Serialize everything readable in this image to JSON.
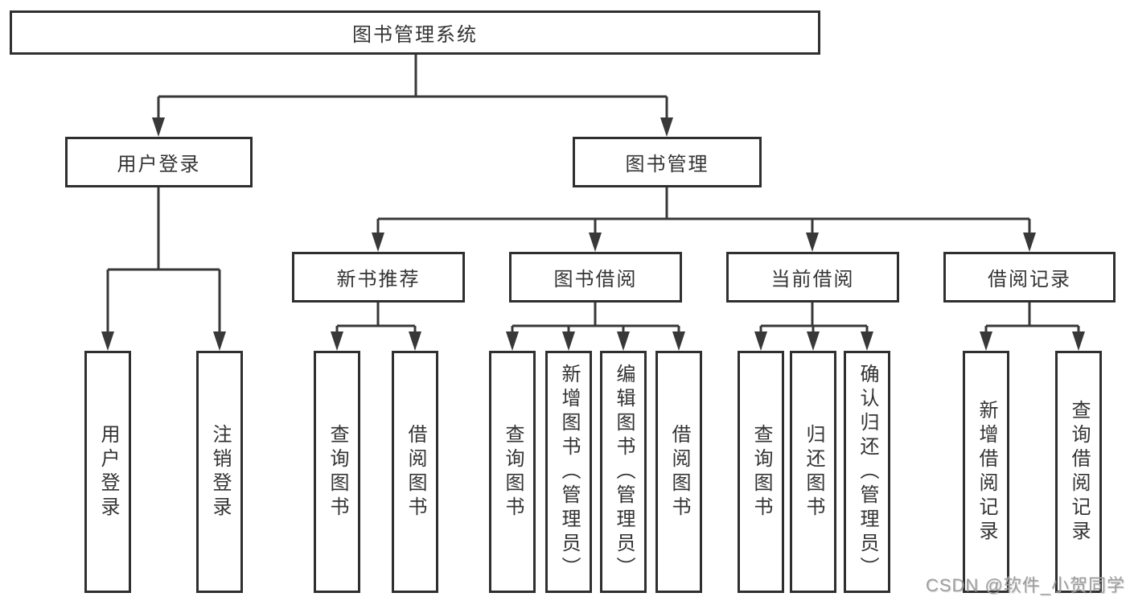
{
  "diagram": {
    "root": "图书管理系统",
    "level2": {
      "user_login": {
        "label": "用户登录",
        "children": [
          "用户登录",
          "注销登录"
        ]
      },
      "book_mgmt": {
        "label": "图书管理"
      }
    },
    "level3": {
      "new_books": {
        "label": "新书推荐",
        "children": [
          "查询图书",
          "借阅图书"
        ]
      },
      "book_borrow": {
        "label": "图书借阅",
        "children": [
          "查询图书",
          "新增图书（管理员）",
          "编辑图书（管理员）",
          "借阅图书"
        ]
      },
      "current_borrow": {
        "label": "当前借阅",
        "children": [
          "查询图书",
          "归还图书",
          "确认归还（管理员）"
        ]
      },
      "borrow_records": {
        "label": "借阅记录",
        "children": [
          "新增借阅记录",
          "查询借阅记录"
        ]
      }
    }
  },
  "watermark": "CSDN @软件_小贺同学",
  "colors": {
    "line": "#383838",
    "box_border": "#2f2f2f",
    "text": "#333333",
    "watermark": "#9e9e9e",
    "background": "#ffffff"
  }
}
